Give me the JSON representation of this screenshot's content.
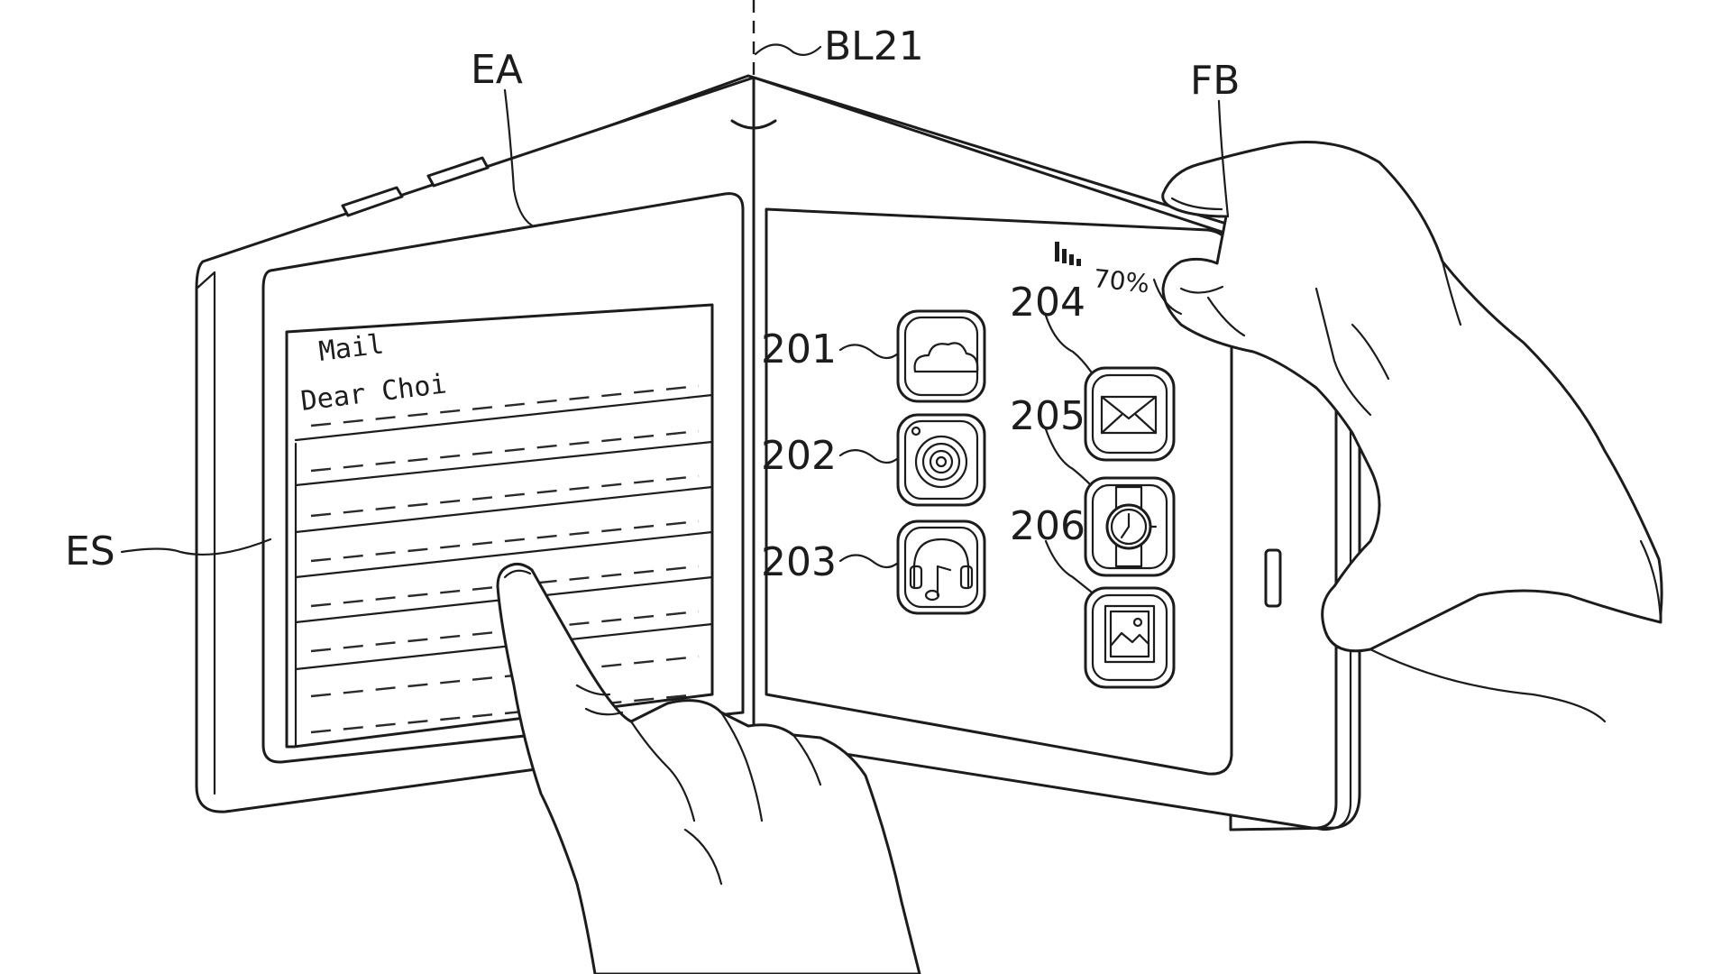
{
  "labels": {
    "ea": "EA",
    "bl21": "BL21",
    "fb": "FB",
    "es": "ES",
    "r201": "201",
    "r202": "202",
    "r203": "203",
    "r204": "204",
    "r205": "205",
    "r206": "206"
  },
  "screen": {
    "mail_title": "Mail",
    "mail_greeting": "Dear Choi",
    "battery": "70%"
  },
  "icons": {
    "app_201": "cloud-icon",
    "app_202": "camera-lens-icon",
    "app_203": "headphones-music-icon",
    "app_204": "envelope-icon",
    "app_205": "watch-icon",
    "app_206": "picture-frame-icon",
    "signal": "signal-bars-icon"
  }
}
